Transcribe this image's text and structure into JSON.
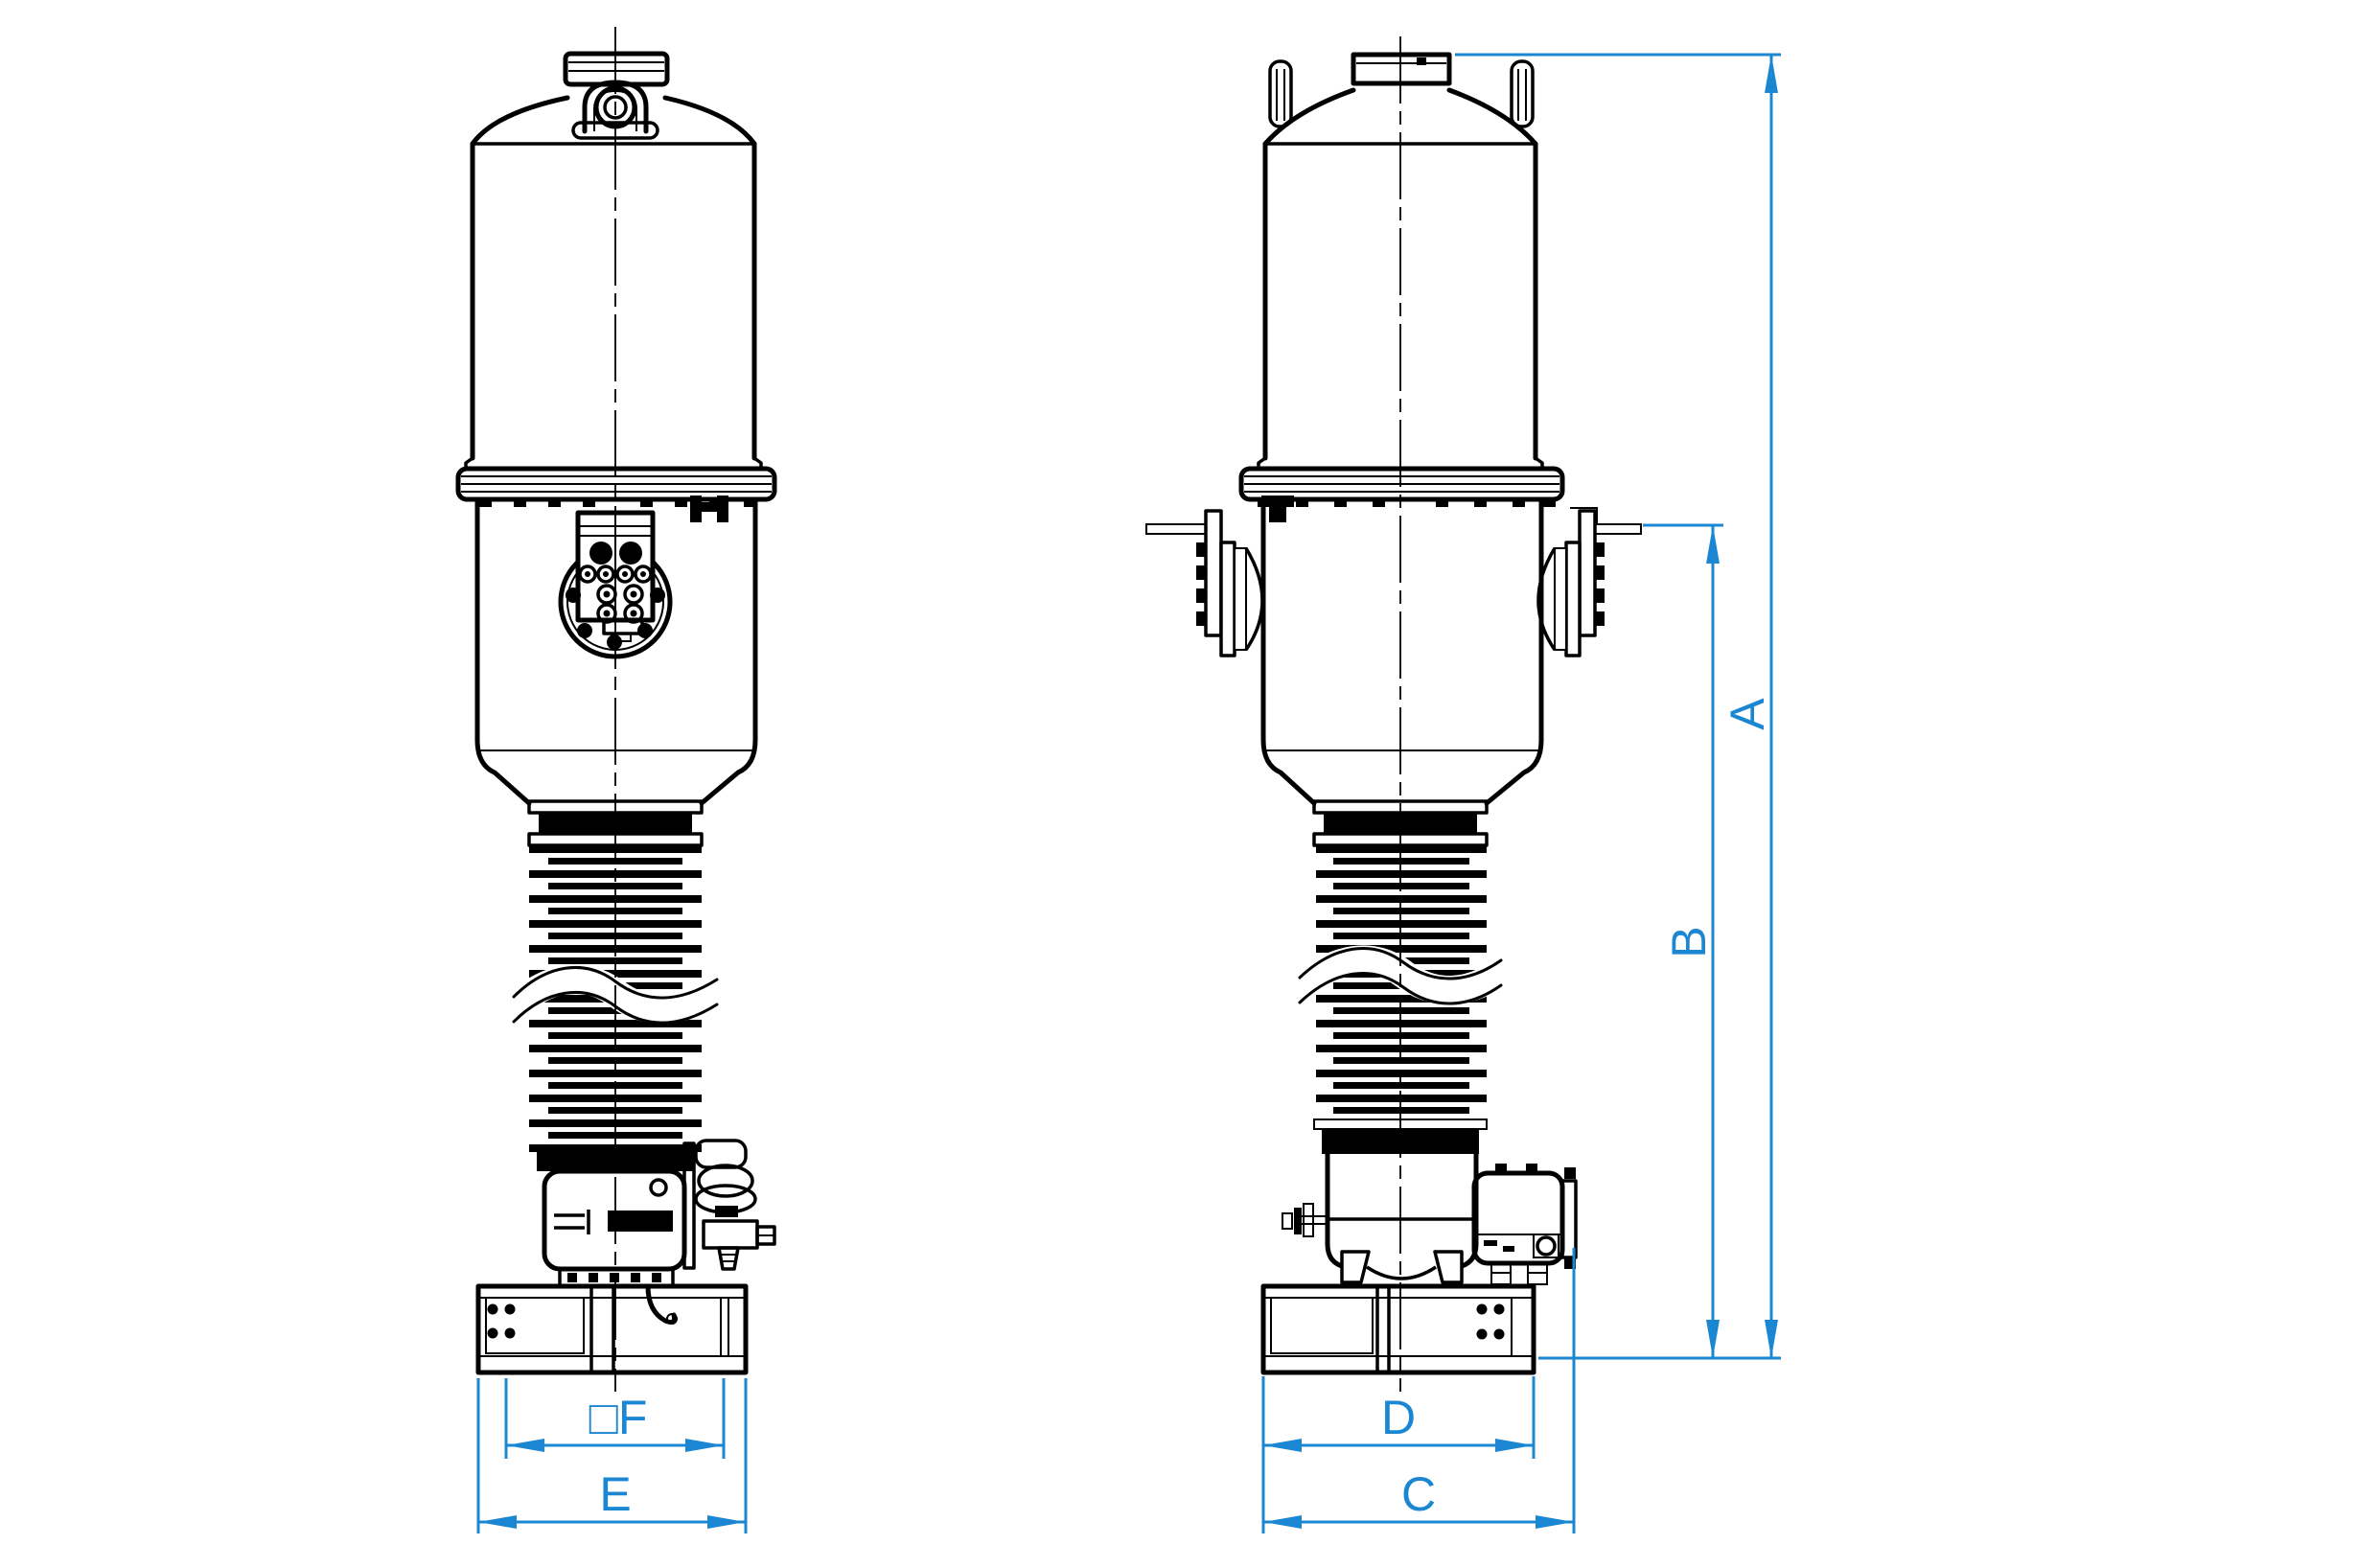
{
  "colors": {
    "background": "#ffffff",
    "line": "#000000",
    "dimension": "#1b87d2"
  },
  "dimension_labels": {
    "A": "A",
    "B": "B",
    "C": "C",
    "D": "D",
    "E": "E",
    "F": "□F"
  }
}
